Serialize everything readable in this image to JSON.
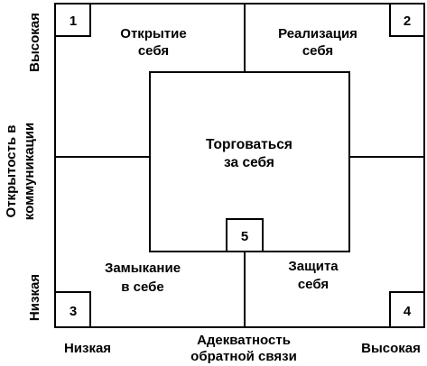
{
  "quadrants": {
    "top_left": {
      "number": "1",
      "label_lines": [
        "Открытие",
        "себя"
      ]
    },
    "top_right": {
      "number": "2",
      "label_lines": [
        "Реализация",
        "себя"
      ]
    },
    "bottom_left": {
      "number": "3",
      "label_lines": [
        "Замыкание",
        "в себе"
      ]
    },
    "bottom_right": {
      "number": "4",
      "label_lines": [
        "Защита",
        "себя"
      ]
    }
  },
  "center": {
    "number": "5",
    "label_lines": [
      "Торговаться",
      "за себя"
    ]
  },
  "y_axis": {
    "title_lines": [
      "Открытость в",
      "коммуникации"
    ],
    "high": "Высокая",
    "low": "Низкая"
  },
  "x_axis": {
    "title_lines": [
      "Адекватность",
      "обратной связи"
    ],
    "low": "Низкая",
    "high": "Высокая"
  }
}
